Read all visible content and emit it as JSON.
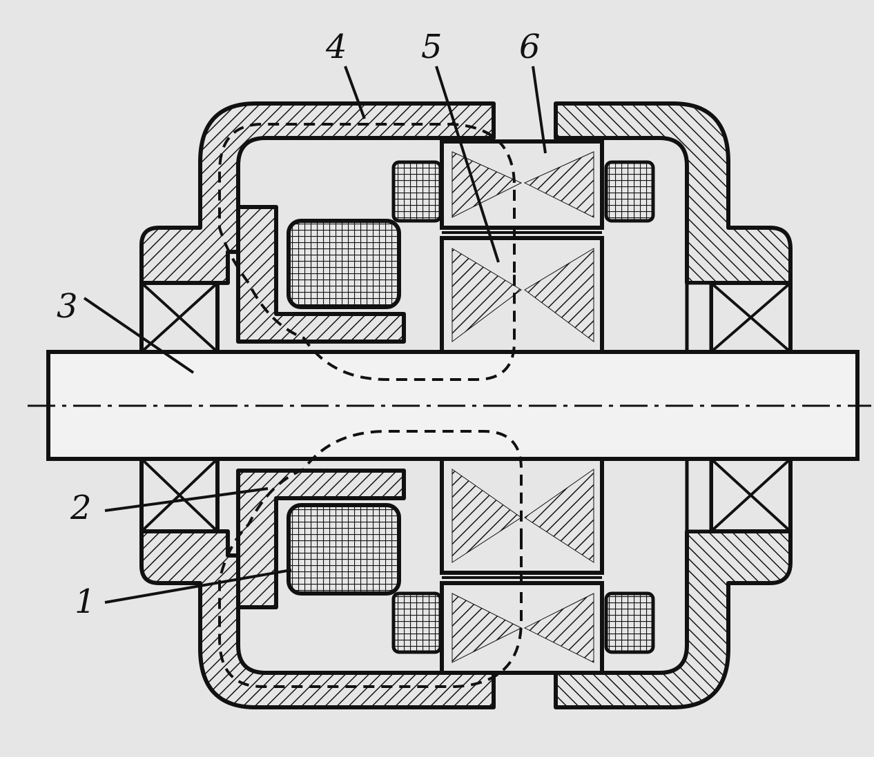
{
  "figure": {
    "callouts": [
      {
        "id": "1",
        "text": "1"
      },
      {
        "id": "2",
        "text": "2"
      },
      {
        "id": "3",
        "text": "3"
      },
      {
        "id": "4",
        "text": "4"
      },
      {
        "id": "5",
        "text": "5"
      },
      {
        "id": "6",
        "text": "6"
      }
    ]
  },
  "colors": {
    "paper": "#e6e6e6",
    "ink": "#111111",
    "shaft_fill": "#f2f2f2"
  }
}
